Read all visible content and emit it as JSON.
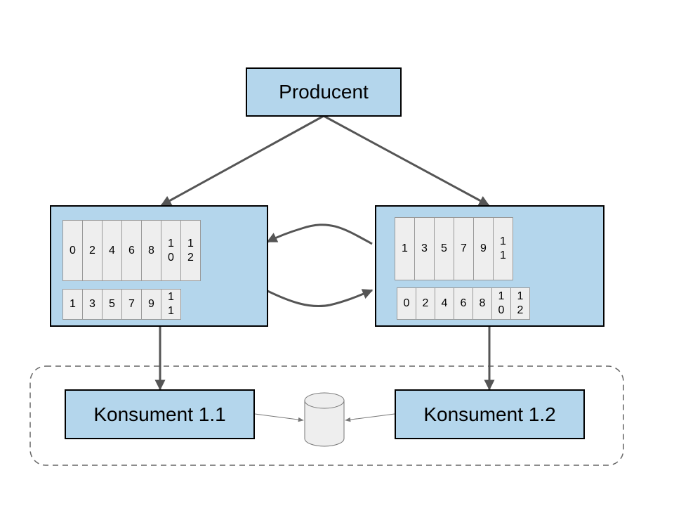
{
  "colors": {
    "box_fill": "#b4d6ec",
    "cell_fill": "#eeeeee",
    "arrow": "#555555",
    "thin_arrow": "#777777",
    "group_border": "#666666"
  },
  "producer": {
    "label": "Producent"
  },
  "brokers": [
    {
      "partitions": [
        {
          "cells": [
            "0",
            "2",
            "4",
            "6",
            "8",
            "1\n0",
            "1\n2"
          ]
        },
        {
          "cells": [
            "1",
            "3",
            "5",
            "7",
            "9",
            "1\n1"
          ]
        }
      ]
    },
    {
      "partitions": [
        {
          "cells": [
            "1",
            "3",
            "5",
            "7",
            "9",
            "1\n1"
          ]
        },
        {
          "cells": [
            "0",
            "2",
            "4",
            "6",
            "8",
            "1\n0",
            "1\n2"
          ]
        }
      ]
    }
  ],
  "consumers": [
    {
      "label": "Konsument 1.1"
    },
    {
      "label": "Konsument 1.2"
    }
  ],
  "storage": {
    "icon": "database-cylinder-icon"
  }
}
